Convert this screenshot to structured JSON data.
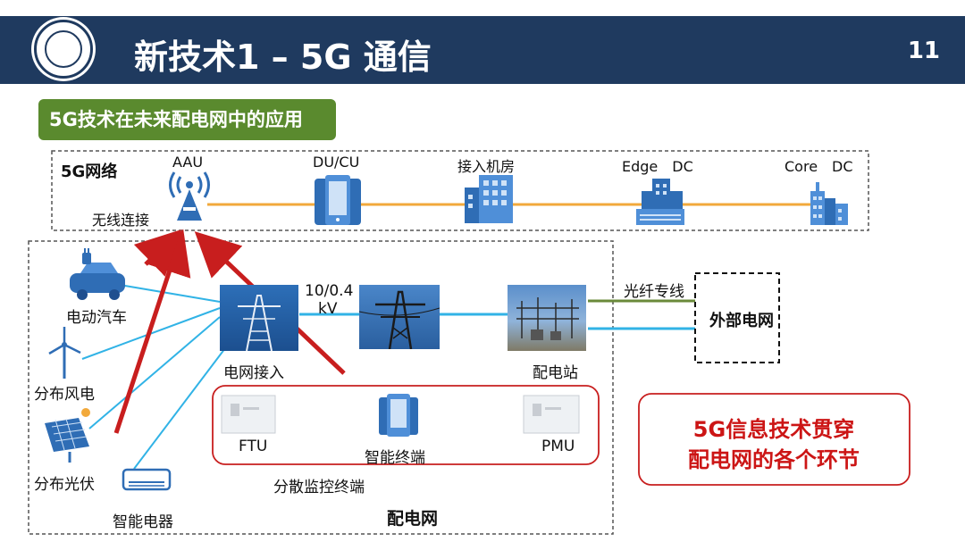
{
  "header": {
    "title": "新技术1 – 5G 通信",
    "page_number": "11"
  },
  "section_label": "5G技术在未来配电网中的应用",
  "network_5g": {
    "title": "5G网络",
    "wireless_label": "无线连接",
    "nodes": [
      {
        "label": "AAU",
        "icon": "antenna-tower-icon"
      },
      {
        "label": "DU/CU",
        "icon": "phone-server-icon"
      },
      {
        "label": "接入机房",
        "icon": "building-icon"
      },
      {
        "label": "Edge　DC",
        "icon": "data-center-icon"
      },
      {
        "label": "Core　DC",
        "icon": "office-towers-icon"
      }
    ]
  },
  "distribution_network": {
    "title": "配电网",
    "devices": [
      {
        "label": "电动汽车",
        "icon": "ev-charging-icon"
      },
      {
        "label": "分布风电",
        "icon": "wind-turbine-icon"
      },
      {
        "label": "分布光伏",
        "icon": "solar-panel-icon"
      },
      {
        "label": "智能电器",
        "icon": "air-conditioner-icon"
      }
    ],
    "grid_access_label": "电网接入",
    "voltage_label_1": "10/0.4",
    "voltage_label_2": "kV",
    "substation_label": "配电站",
    "terminals": {
      "group_label": "分散监控终端",
      "items": [
        {
          "label": "FTU",
          "icon": "ftu-device-icon"
        },
        {
          "label": "智能终端",
          "icon": "smart-terminal-icon"
        },
        {
          "label": "PMU",
          "icon": "pmu-device-icon"
        }
      ]
    }
  },
  "external": {
    "fiber_label": "光纤专线",
    "external_grid_label": "外部电网"
  },
  "callout": {
    "line1": "5G信息技术贯穿",
    "line2": "配电网的各个环节"
  },
  "colors": {
    "header": "#1f3a5f",
    "section": "#5a8a2e",
    "orange": "#f2a93b",
    "cyan": "#31b3e6",
    "red": "#c81e1e",
    "fiber": "#6a8a3a",
    "icon_blue": "#2f6db5"
  }
}
